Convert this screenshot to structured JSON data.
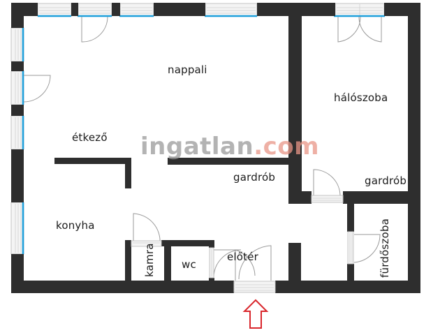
{
  "floorplan": {
    "rooms": [
      {
        "id": "nappali",
        "label": "nappali"
      },
      {
        "id": "halo",
        "label": "hálószoba"
      },
      {
        "id": "etkezo",
        "label": "étkező"
      },
      {
        "id": "gardrob1",
        "label": "gardrób"
      },
      {
        "id": "gardrob2",
        "label": "gardrób"
      },
      {
        "id": "konyha",
        "label": "konyha"
      },
      {
        "id": "kamra",
        "label": "kamra"
      },
      {
        "id": "wc",
        "label": "wc"
      },
      {
        "id": "eloter",
        "label": "előtér"
      },
      {
        "id": "furdo",
        "label": "fürdőszoba"
      }
    ],
    "entrance_indicator": "up-arrow-icon",
    "colors": {
      "wall": "#2e2e2e",
      "window_glass": "#1ea0dc",
      "window_frame": "#c8c8c8",
      "door_line": "#9a9a9a",
      "entrance_arrow": "#d9262c",
      "background": "#ffffff"
    }
  },
  "watermark": {
    "main": "ingatlan",
    "dot": ".",
    "tld": "com"
  }
}
